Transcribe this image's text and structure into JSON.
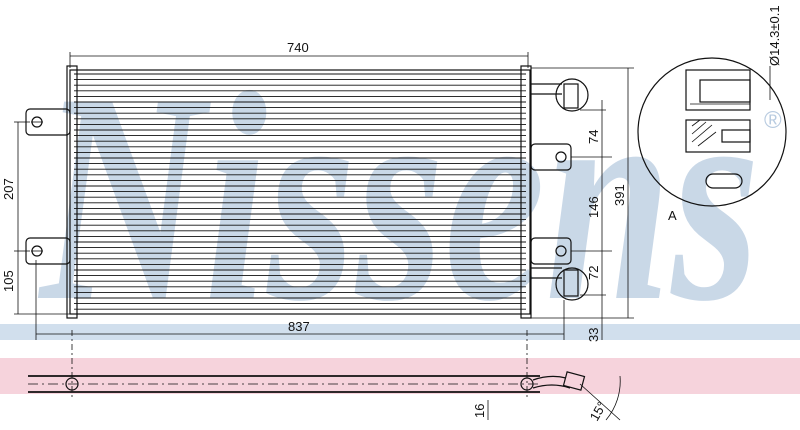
{
  "watermark": {
    "text": "Nissens",
    "registered_mark": "®",
    "color": "#b8cbe0"
  },
  "dimensions": {
    "top_width": "740",
    "bottom_width": "837",
    "left_upper": "207",
    "left_lower": "105",
    "right_total": "391",
    "right_upper": "74",
    "right_middle": "146",
    "right_lower": "72",
    "right_bottom": "33",
    "side_thickness": "16",
    "angle": "15°",
    "detail_diameter": "Ø14.3±0.1"
  },
  "detail_label": "A",
  "colors": {
    "line": "#111111",
    "side_band": "#f6d3dc",
    "top_band": "#c9d9ea"
  }
}
